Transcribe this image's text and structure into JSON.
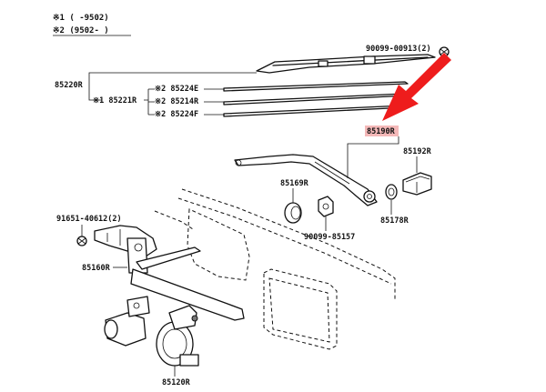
{
  "legend": {
    "line1": "※1 (   -9502)",
    "line2": "※2 (9502-   )"
  },
  "labels": {
    "bolt_top": "90099-00913(2)",
    "blade_assy": "85220R",
    "blade_sub": "※1 85221R",
    "blade_1": "※2 85224E",
    "blade_2": "※2 85214R",
    "blade_3": "※2 85224F",
    "arm": "85190R",
    "cap": "85192R",
    "nut_cover": "85178R",
    "bushing": "85169R",
    "nut_small": "90099-85157",
    "bolt_left": "91651-40612(2)",
    "link": "85160R",
    "motor": "85120R"
  },
  "colors": {
    "highlight": "#f4b8b8",
    "arrow": "#ee1c1c",
    "ink": "#111111"
  }
}
